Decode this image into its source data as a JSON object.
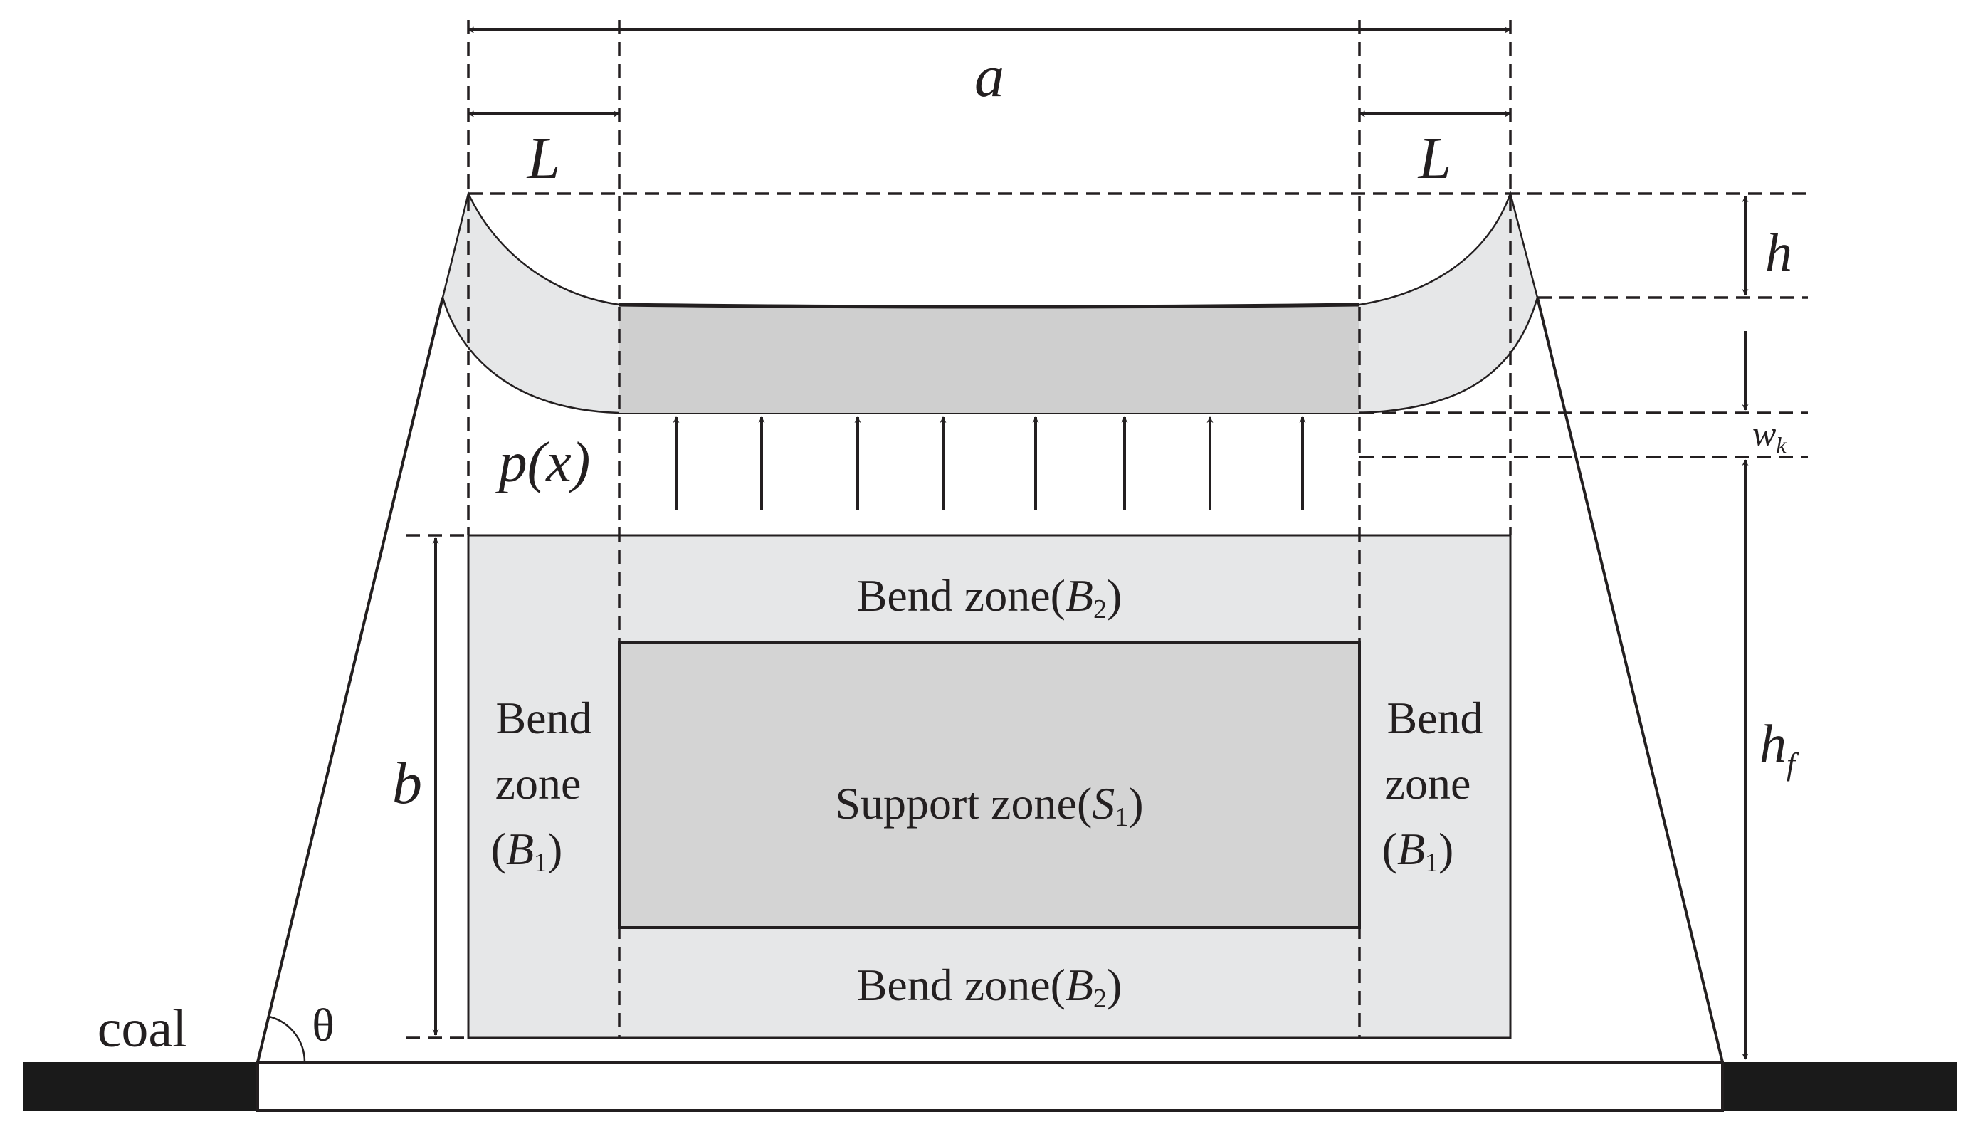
{
  "labels": {
    "a": "a",
    "L_left": "L",
    "L_right": "L",
    "h": "h",
    "w_main": "w",
    "w_sub": "k",
    "hf_main": "h",
    "hf_sub": "f",
    "b": "b",
    "p_x": "p(x)",
    "coal": "coal",
    "theta": "θ"
  },
  "zones": {
    "bend_top": {
      "text": "Bend zone",
      "sym": "B",
      "sub": "2"
    },
    "bend_bottom": {
      "text": "Bend zone",
      "sym": "B",
      "sub": "2"
    },
    "support": {
      "text": "Support zone",
      "sym": "S",
      "sub": "1"
    },
    "bend_left": {
      "line1": "Bend",
      "line2": "zone",
      "sym": "B",
      "sub": "1"
    },
    "bend_right": {
      "line1": "Bend",
      "line2": "zone",
      "sym": "B",
      "sub": "1"
    }
  },
  "colors": {
    "ink": "#231f20",
    "coal": "#1a1a1a",
    "light_zone": "#e6e7e8",
    "mid_zone": "#d4d4d4",
    "dark_zone": "#cfcfcf"
  }
}
